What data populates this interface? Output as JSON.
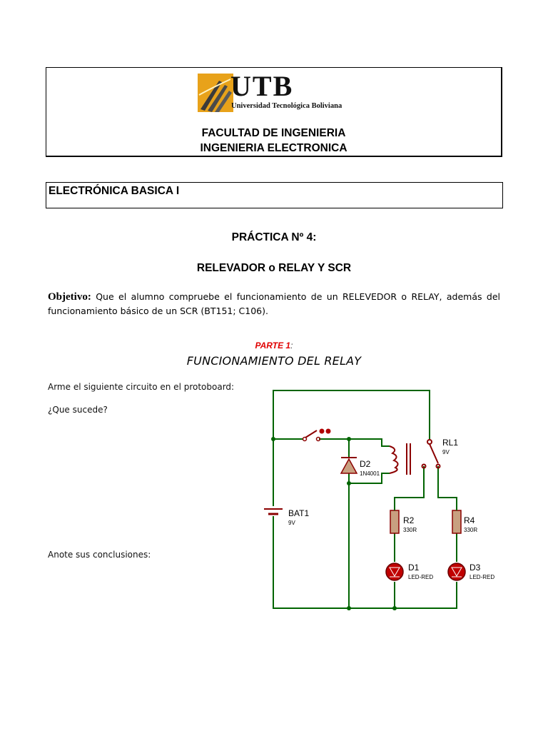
{
  "header": {
    "logo_acronym": "UTB",
    "logo_name": "Universidad Tecnológica Boliviana",
    "faculty_line1": "FACULTAD DE INGENIERIA",
    "faculty_line2": "INGENIERIA ELECTRONICA"
  },
  "course": "ELECTRÓNICA BASICA I",
  "practice_title": "PRÁCTICA Nº 4:",
  "practice_subtitle": "RELEVADOR o RELAY Y SCR",
  "objective": {
    "label": "Objetivo:",
    "text": " Que el alumno compruebe el funcionamiento de un RELEVEDOR o RELAY, además del funcionamiento básico de un SCR (BT151; C106)."
  },
  "part": {
    "label": "PARTE 1",
    "separator": ":",
    "title": "FUNCIONAMIENTO DEL RELAY"
  },
  "instructions": {
    "assemble": "Arme el siguiente circuito en el protoboard:",
    "question": "¿Que sucede?",
    "conclusions": "Anote sus conclusiones:"
  },
  "circuit": {
    "relay": {
      "name": "RL1",
      "value": "9V"
    },
    "diode": {
      "name": "D2",
      "value": "1N4001"
    },
    "battery": {
      "name": "BAT1",
      "value": "9V"
    },
    "r2": {
      "name": "R2",
      "value": "330R"
    },
    "r4": {
      "name": "R4",
      "value": "330R"
    },
    "d1": {
      "name": "D1",
      "value": "LED-RED"
    },
    "d3": {
      "name": "D3",
      "value": "LED-RED"
    }
  },
  "colors": {
    "wire": "#006400",
    "component": "#8b0000",
    "component_fill": "#c8a080",
    "part_label": "#e00000"
  }
}
